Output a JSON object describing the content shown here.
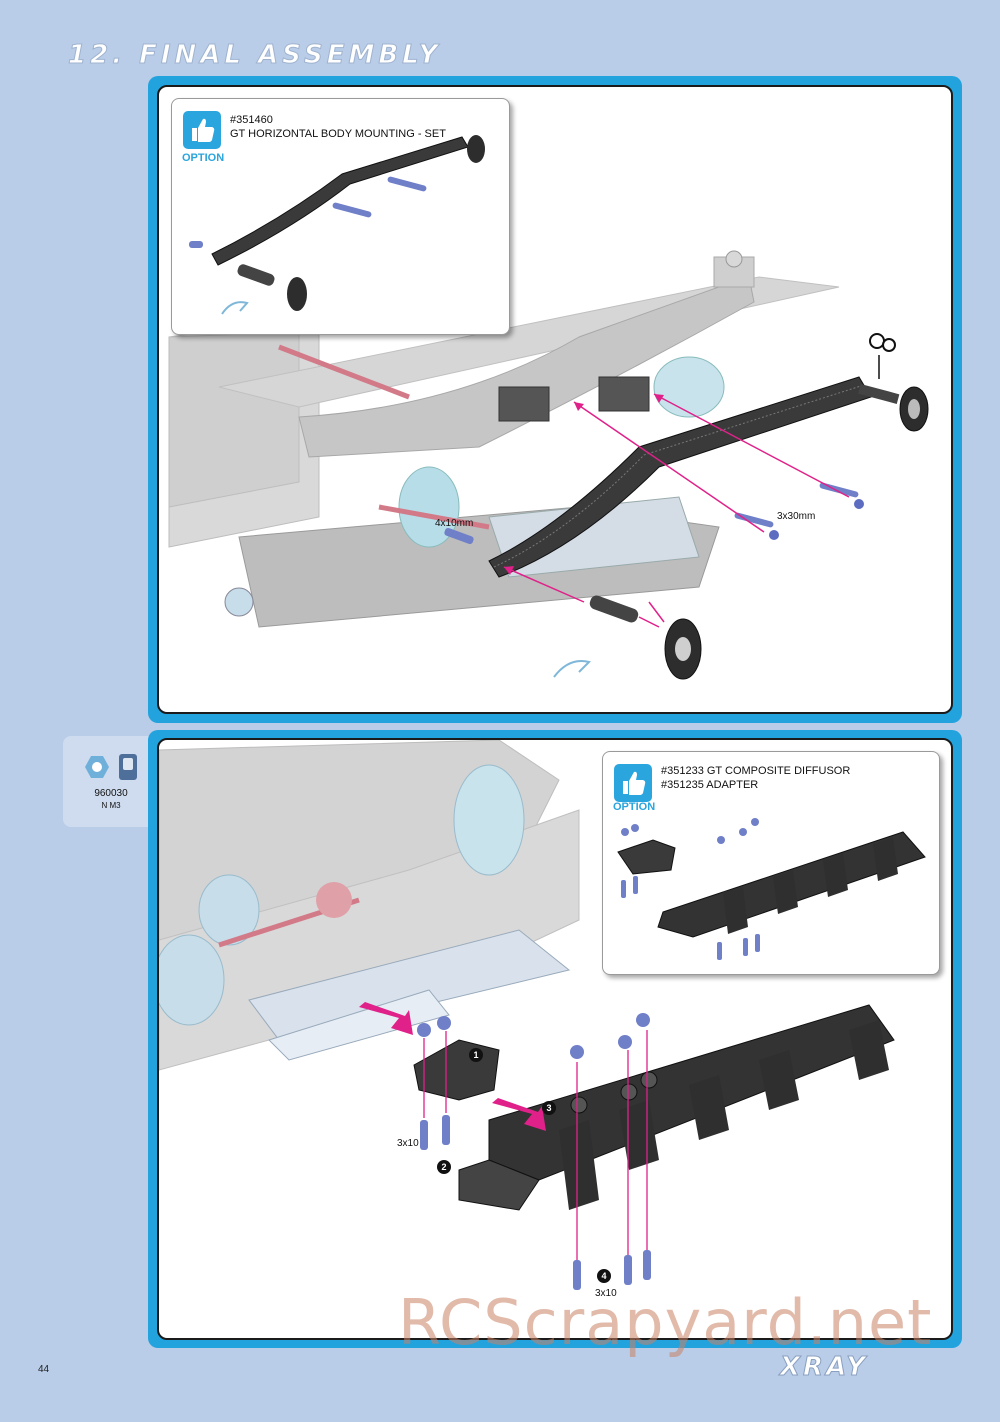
{
  "header": {
    "title": "12. FINAL ASSEMBLY"
  },
  "step1": {
    "option": {
      "label": "OPTION",
      "part_number": "#351460",
      "part_name": "GT HORIZONTAL BODY MOUNTING - SET"
    },
    "screw_label_long": "3x30mm",
    "screw_label_short": "4x10mm"
  },
  "step2": {
    "option": {
      "label": "OPTION",
      "line1": "#351233 GT COMPOSITE DIFFUSOR",
      "line2": "#351235 ADAPTER"
    },
    "screw_label_left": "3x10",
    "screw_label_bottom": "3x10",
    "steps": [
      "1",
      "2",
      "3",
      "4"
    ]
  },
  "sidebar_part": {
    "code": "960030",
    "name": "N M3"
  },
  "footer": {
    "page_number": "44",
    "brand": "XRAY"
  },
  "watermark": "RCScrapyard.net",
  "colors": {
    "background": "#b9cde9",
    "panel_border": "#22a3dd",
    "arrow": "#e0218a",
    "option_blue": "#2aa5dd"
  }
}
